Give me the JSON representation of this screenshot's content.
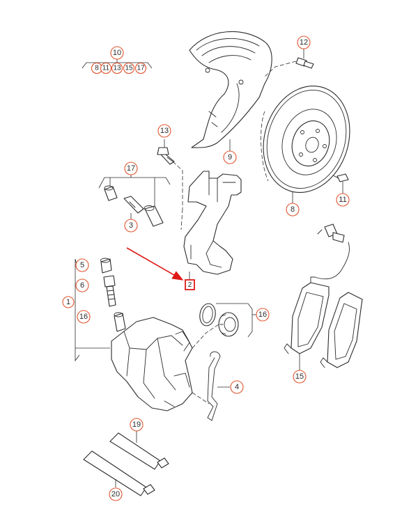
{
  "diagram": {
    "colors": {
      "callout_ring": "#e0542e",
      "highlight": "#e01818",
      "line": "#2b2b2b"
    },
    "callouts": {
      "c1": "1",
      "c2": "2",
      "c3": "3",
      "c4": "4",
      "c5": "5",
      "c6": "6",
      "c8": "8",
      "c9": "9",
      "c10": "10",
      "c11": "11",
      "c12": "12",
      "c13": "13",
      "c15": "15",
      "c16a": "16",
      "c16b": "16",
      "c17": "17",
      "c19": "19",
      "c20": "20",
      "kit10": [
        "8",
        "11",
        "13",
        "15",
        "17"
      ]
    },
    "highlighted_part": "2"
  }
}
